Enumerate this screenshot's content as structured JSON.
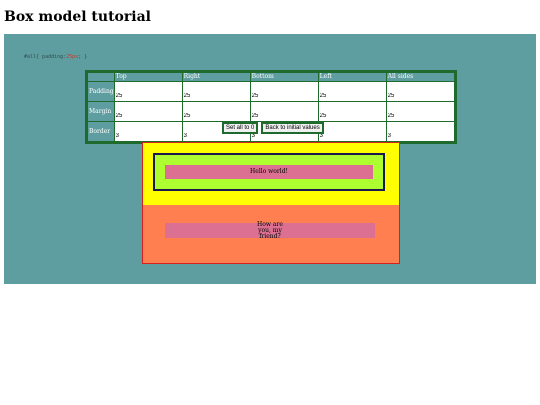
{
  "page": {
    "title": "Box model tutorial"
  },
  "code": {
    "selector": "#all{ padding:",
    "value": "25px",
    "rest": "; }"
  },
  "table": {
    "columns": [
      "Top",
      "Right",
      "Bottom",
      "Left",
      "All sides"
    ],
    "rows": [
      {
        "label": "Padding",
        "values": [
          "25",
          "25",
          "25",
          "25",
          "25"
        ]
      },
      {
        "label": "Margin",
        "values": [
          "25",
          "25",
          "25",
          "25",
          "25"
        ]
      },
      {
        "label": "Border",
        "values": [
          "3",
          "3",
          "3",
          "3",
          "3"
        ]
      }
    ]
  },
  "buttons": {
    "zero": "Set all to 0",
    "reset": "Back to initial values"
  },
  "demo": {
    "hello": "Hello world!",
    "friend": "How are you, my friend?"
  },
  "colors": {
    "panel": "#5f9ea0",
    "table_border": "#1e6b2d",
    "outer_border": "#d42020",
    "outer_bg": "#ff7f50",
    "yellow": "#ffff00",
    "green": "#adff2f",
    "pink": "#db7093"
  }
}
